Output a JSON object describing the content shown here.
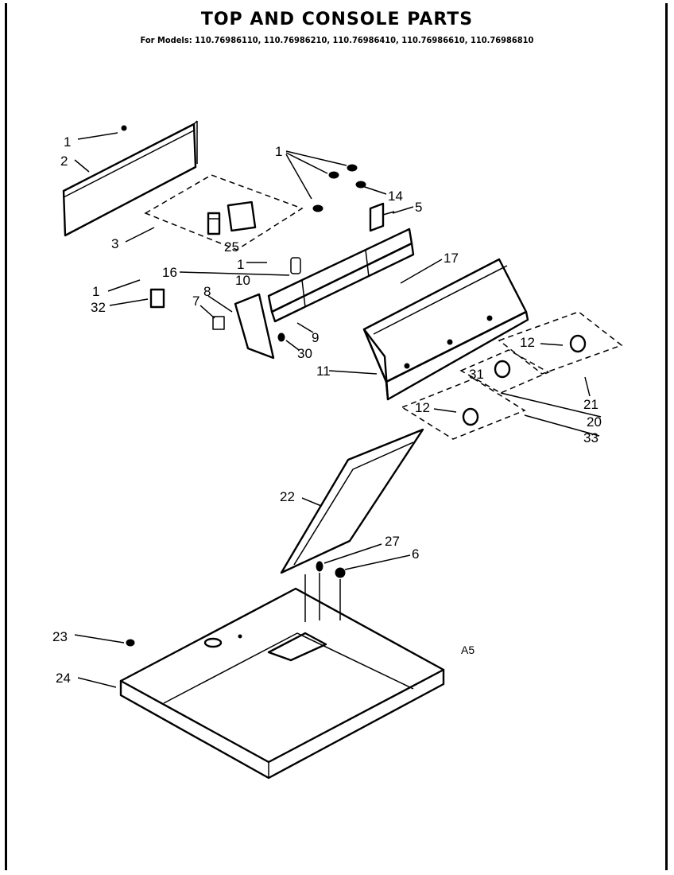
{
  "header": {
    "title": "TOP AND CONSOLE PARTS",
    "models": "For Models: 110.76986110, 110.76986210, 110.76986410, 110.76986610, 110.76986810"
  },
  "diagram": {
    "code": "A5",
    "callouts": [
      {
        "id": "c1a",
        "label": "1"
      },
      {
        "id": "c2",
        "label": "2"
      },
      {
        "id": "c3",
        "label": "3"
      },
      {
        "id": "c1b",
        "label": "1"
      },
      {
        "id": "c14",
        "label": "14"
      },
      {
        "id": "c5",
        "label": "5"
      },
      {
        "id": "c25",
        "label": "25"
      },
      {
        "id": "c17",
        "label": "17"
      },
      {
        "id": "c16",
        "label": "16"
      },
      {
        "id": "c1c",
        "label": "1"
      },
      {
        "id": "c10",
        "label": "10"
      },
      {
        "id": "c1d",
        "label": "1"
      },
      {
        "id": "c32",
        "label": "32"
      },
      {
        "id": "c8",
        "label": "8"
      },
      {
        "id": "c7",
        "label": "7"
      },
      {
        "id": "c9",
        "label": "9"
      },
      {
        "id": "c30",
        "label": "30"
      },
      {
        "id": "c11",
        "label": "11"
      },
      {
        "id": "c12a",
        "label": "12"
      },
      {
        "id": "c31",
        "label": "31"
      },
      {
        "id": "c21",
        "label": "21"
      },
      {
        "id": "c12b",
        "label": "12"
      },
      {
        "id": "c20",
        "label": "20"
      },
      {
        "id": "c33",
        "label": "33"
      },
      {
        "id": "c22",
        "label": "22"
      },
      {
        "id": "c27",
        "label": "27"
      },
      {
        "id": "c6",
        "label": "6"
      },
      {
        "id": "c23",
        "label": "23"
      },
      {
        "id": "c24",
        "label": "24"
      }
    ]
  }
}
